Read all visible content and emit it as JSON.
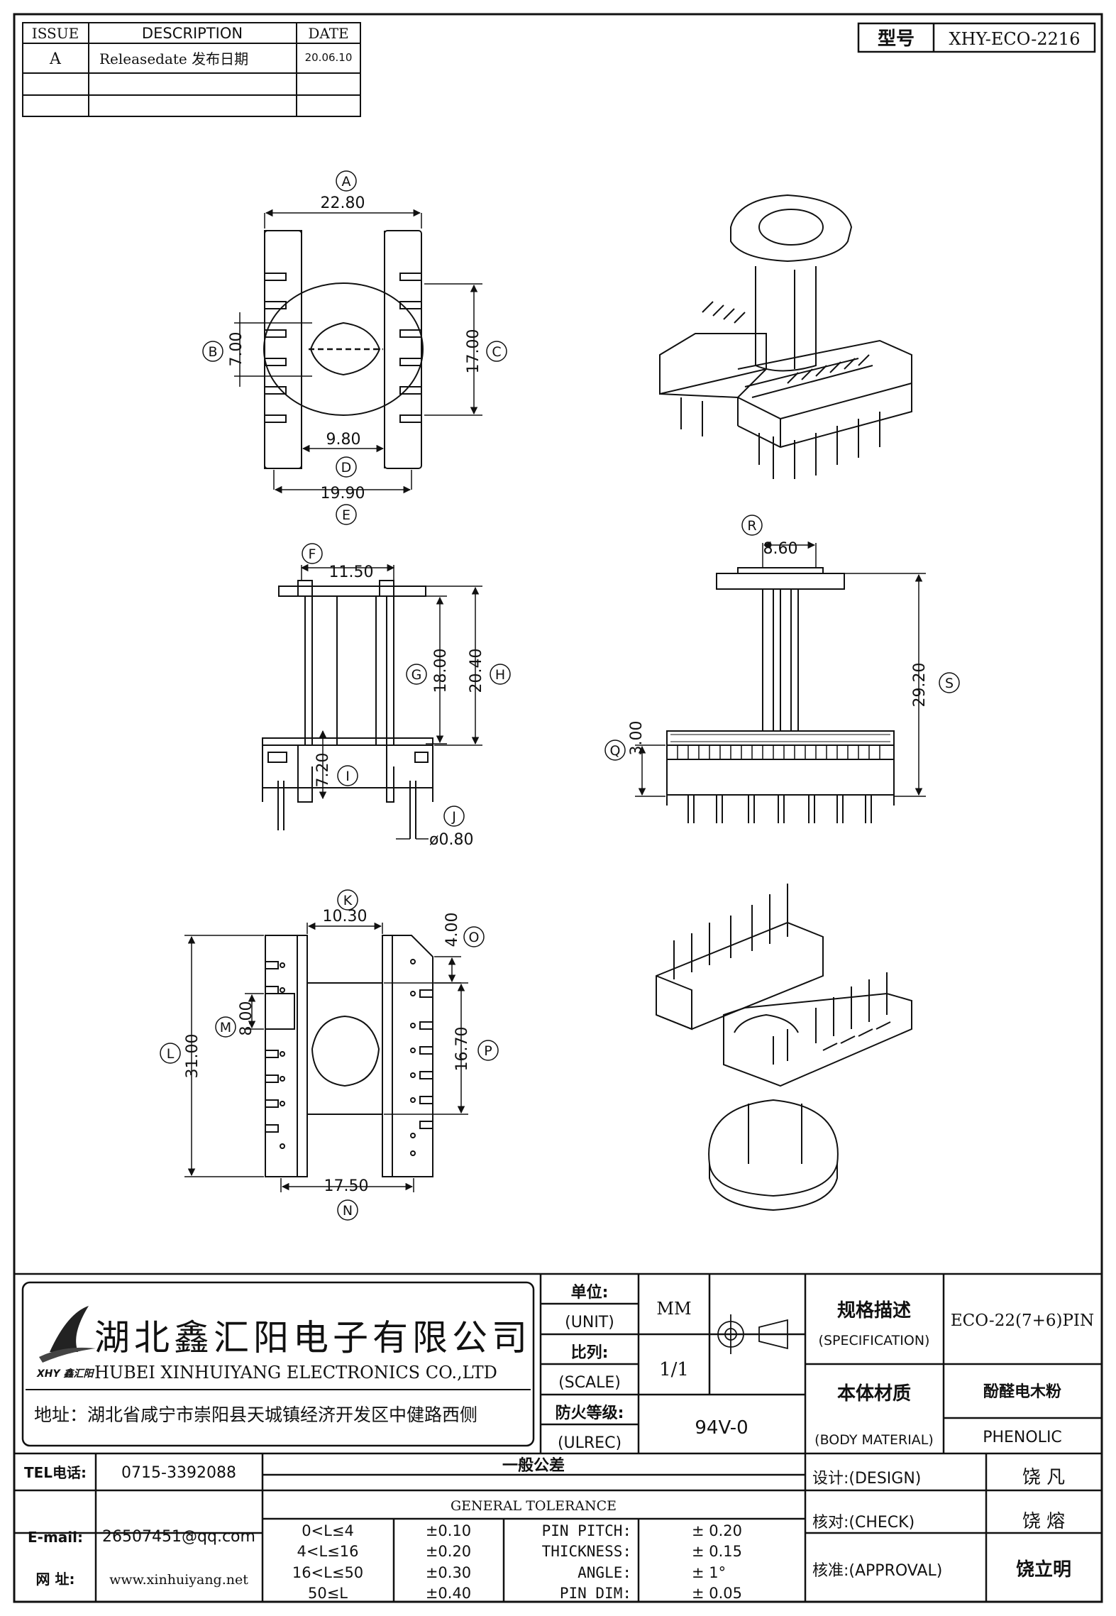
{
  "revision_table": {
    "headers": {
      "issue": "ISSUE",
      "description": "DESCRIPTION",
      "date": "DATE"
    },
    "rows": [
      {
        "issue": "A",
        "description": "Releasedate 发布日期",
        "date": "20.06.10"
      }
    ]
  },
  "model": {
    "label": "型号",
    "value": "XHY-ECO-2216"
  },
  "views": {
    "top": {
      "dims": {
        "A": "22.80",
        "B": "7.00",
        "C": "17.00",
        "D": "9.80",
        "E": "19.90"
      },
      "markers": {
        "A": "A",
        "B": "B",
        "C": "C",
        "D": "D",
        "E": "E"
      }
    },
    "front": {
      "dims": {
        "F": "11.50",
        "G": "18.00",
        "H": "20.40",
        "I": "7.20",
        "J": "ø0.80"
      },
      "markers": {
        "F": "F",
        "G": "G",
        "H": "H",
        "I": "I",
        "J": "J"
      }
    },
    "side": {
      "dims": {
        "R": "8.60",
        "S": "29.20",
        "Q": "3.00"
      },
      "markers": {
        "R": "R",
        "S": "S",
        "Q": "Q"
      }
    },
    "bottom": {
      "dims": {
        "K": "10.30",
        "O": "4.00",
        "M": "8.00",
        "L": "31.00",
        "P": "16.70",
        "N": "17.50"
      },
      "markers": {
        "K": "K",
        "O": "O",
        "M": "M",
        "L": "L",
        "P": "P",
        "N": "N"
      }
    }
  },
  "title_block": {
    "company_cn": "湖北鑫汇阳电子有限公司",
    "company_en": "HUBEI XINHUIYANG ELECTRONICS CO.,LTD",
    "logo_text": "XHY 鑫汇阳",
    "address": "地址：湖北省咸宁市崇阳县天城镇经济开发区中健路西侧",
    "unit": {
      "label_cn": "单位:",
      "label_en": "(UNIT)",
      "value": "MM"
    },
    "scale": {
      "label_cn": "比列:",
      "label_en": "(SCALE)",
      "value": "1/1"
    },
    "fire": {
      "label_cn": "防火等级:",
      "label_en": "(ULREC)",
      "value": "94V-0"
    },
    "spec": {
      "label_cn": "规格描述",
      "label_en": "(SPECIFICATION)",
      "value": "ECO-22(7+6)PIN"
    },
    "material": {
      "label_cn": "本体材质",
      "label_en": "(BODY MATERIAL)",
      "value_cn": "酚醛电木粉",
      "value_en": "PHENOLIC"
    },
    "contact": {
      "tel_label": "TEL电话:",
      "tel": "0715-3392088",
      "email_label": "E-mail:",
      "email": "26507451@qq.com",
      "web_label": "网  址:",
      "web": "www.xinhuiyang.net"
    },
    "tolerance": {
      "title_cn": "一般公差",
      "title_en": "GENERAL TOLERANCE",
      "rows": [
        {
          "range": "0<L≤4",
          "tol": "±0.10",
          "item": "PIN PITCH:",
          "val": "±  0.20"
        },
        {
          "range": "4<L≤16",
          "tol": "±0.20",
          "item": "THICKNESS:",
          "val": "±  0.15"
        },
        {
          "range": "16<L≤50",
          "tol": "±0.30",
          "item": "ANGLE:",
          "val": "±  1°"
        },
        {
          "range": "50≤L",
          "tol": "±0.40",
          "item": "PIN DIM:",
          "val": "±  0.05"
        }
      ]
    },
    "approvals": [
      {
        "label": "设计:(DESIGN)",
        "name": "饶  凡"
      },
      {
        "label": "核对:(CHECK)",
        "name": "饶  熔"
      },
      {
        "label": "核准:(APPROVAL)",
        "name": "饶立明"
      }
    ]
  }
}
